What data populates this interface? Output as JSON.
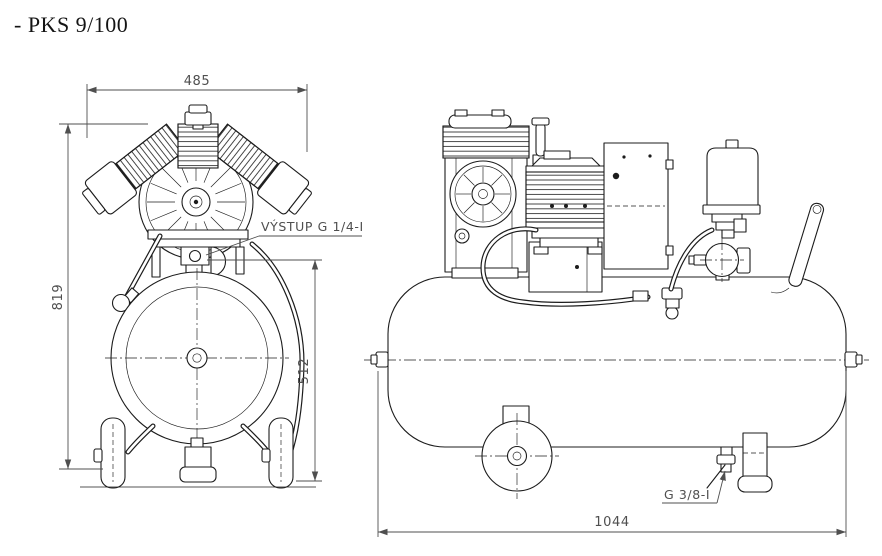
{
  "title": "- PKS 9/100",
  "theme": {
    "line": "#1c1c1c",
    "dim": "#4f4f4f",
    "bg": "#ffffff"
  },
  "front_view": {
    "width_mm": "485",
    "height_mm": "819",
    "outlet_height_mm": "512",
    "outlet_label": "VÝSTUP G 1/4-I"
  },
  "side_view": {
    "length_mm": "1044",
    "drain_label": "G 3/8-I"
  }
}
